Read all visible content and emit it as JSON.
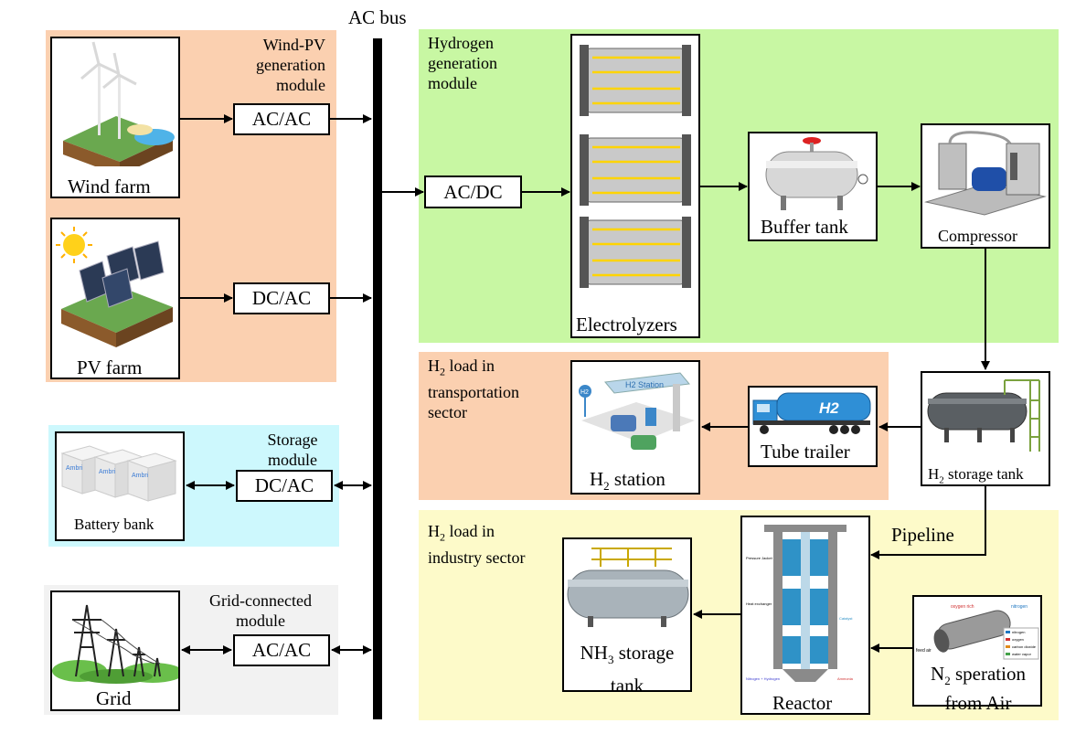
{
  "bus": {
    "label": "AC bus"
  },
  "modules": {
    "wind_pv": [
      "Wind-PV",
      "generation",
      "module"
    ],
    "hydrogen": [
      "Hydrogen",
      "generation",
      "module"
    ],
    "transport": [
      "H",
      "2",
      " load in",
      "transportation",
      "sector"
    ],
    "industry": [
      "H",
      "2",
      " load in",
      "industry sector"
    ],
    "storage": [
      "Storage",
      "module"
    ],
    "grid": [
      "Grid-connected",
      "module"
    ]
  },
  "components": {
    "wind_farm": "Wind farm",
    "pv_farm": "PV farm",
    "battery_bank": "Battery bank",
    "grid": "Grid",
    "electrolyzers": "Electrolyzers",
    "buffer_tank": "Buffer tank",
    "compressor": "Compressor",
    "h2_storage_tank": {
      "pre": "H",
      "sub": "2",
      "post": " storage tank"
    },
    "tube_trailer": "Tube trailer",
    "h2_station": {
      "pre": "H",
      "sub": "2",
      "post": " station"
    },
    "reactor": "Reactor",
    "nh3_tank": {
      "pre": "NH",
      "sub": "3",
      "post": " storage",
      "line2": "tank"
    },
    "n2_separation": {
      "pre": "N",
      "sub": "2",
      "post": " speration",
      "line2": "from Air"
    }
  },
  "converters": {
    "wind": "AC/AC",
    "pv": "DC/AC",
    "storage": "DC/AC",
    "grid": "AC/AC",
    "electrolyzer": "AC/DC"
  },
  "flows": {
    "pipeline": "Pipeline"
  },
  "pictures": {
    "h2_station_sign": "H2 Station",
    "h2_pin": "H2",
    "trailer_text": "H2",
    "battery_brand": "Ambri",
    "reactor_labels": [
      "Pressure Jacket",
      "Heat exchanger",
      "Catalyst",
      "Nitrogen + Hydrogen",
      "Ammonia"
    ],
    "membrane_labels": [
      "oxygen rich",
      "nitrogen",
      "feed air",
      "nitrogen",
      "oxygen",
      "carbon dioxide",
      "water vapor"
    ]
  },
  "colors": {
    "wind_pv_bg": "#fbd0b0",
    "hydrogen_bg": "#c8f7a3",
    "transport_bg": "#fbd0b0",
    "industry_bg": "#fdfac9",
    "storage_bg": "#cdf8fd",
    "grid_bg": "#f2f2f2"
  }
}
